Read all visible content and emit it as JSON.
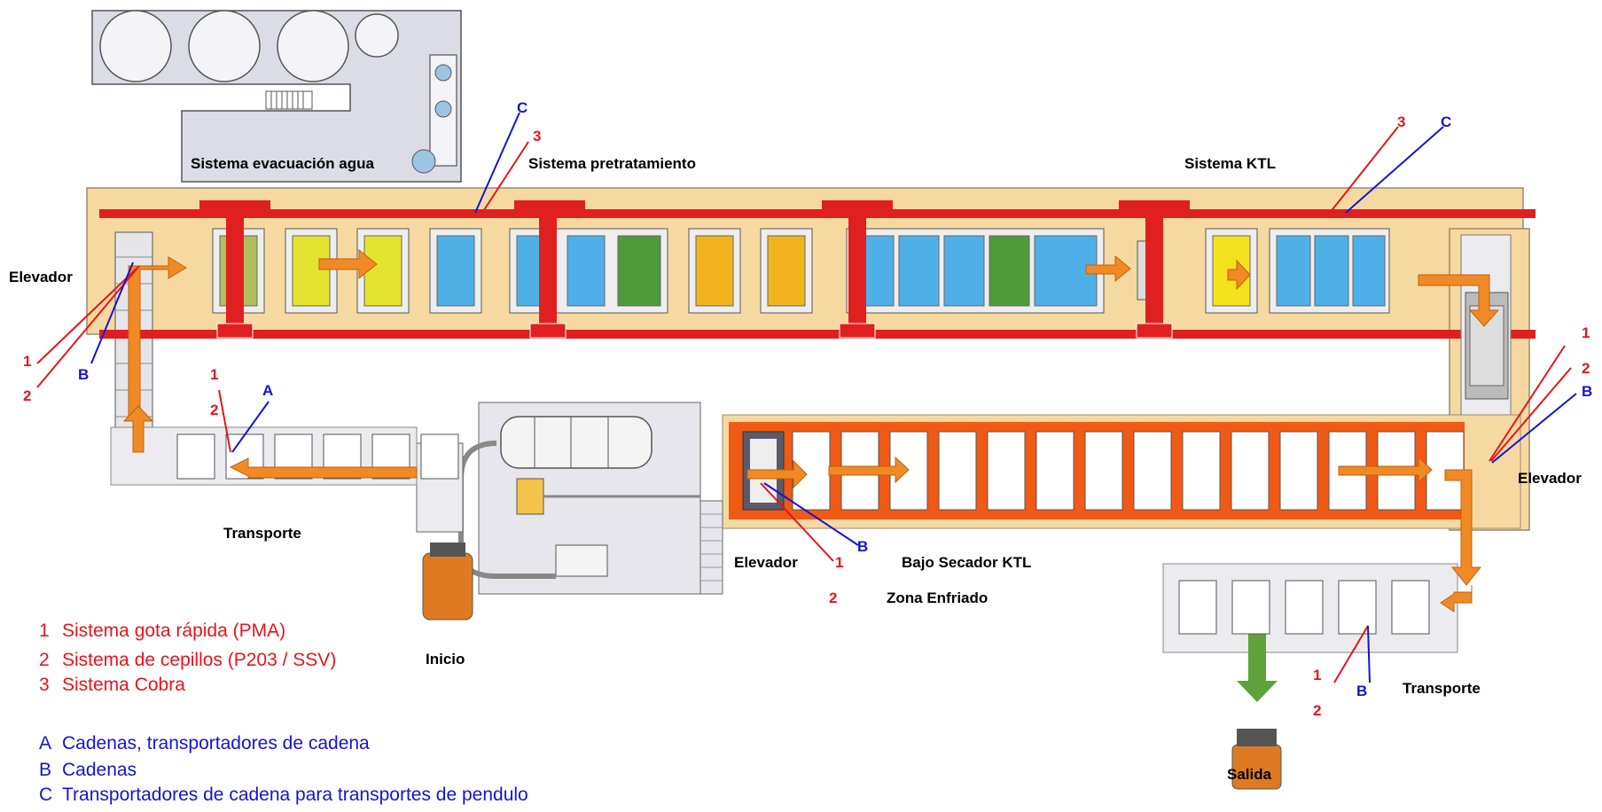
{
  "labels": {
    "sistema_evacuacion": "Sistema evacuación agua",
    "sistema_pretratamiento": "Sistema pretratamiento",
    "sistema_ktl": "Sistema KTL",
    "elevador_left": "Elevador",
    "elevador_right": "Elevador",
    "elevador_mid": "Elevador",
    "transporte_left": "Transporte",
    "transporte_right": "Transporte",
    "bajo_secador": "Bajo Secador KTL",
    "zona_enfriado": "Zona Enfriado",
    "inicio": "Inicio",
    "salida": "Salida"
  },
  "markers": {
    "c_top": "C",
    "three_top": "3",
    "three_right": "3",
    "c_right": "C",
    "one_left": "1",
    "two_left": "2",
    "b_left": "B",
    "one_a": "1",
    "two_a": "2",
    "a": "A",
    "one_right": "1",
    "two_right": "2",
    "b_right": "B",
    "one_mid": "1",
    "b_mid": "B",
    "two_mid": "2",
    "one_out": "1",
    "b_out": "B",
    "two_out": "2"
  },
  "legend": {
    "items_red": [
      {
        "key": "1",
        "text": "Sistema gota rápida (PMA)"
      },
      {
        "key": "2",
        "text": "Sistema de cepillos (P203 / SSV)"
      },
      {
        "key": "3",
        "text": "Sistema   Cobra"
      }
    ],
    "items_blue": [
      {
        "key": "A",
        "text": "Cadenas, transportadores de cadena"
      },
      {
        "key": "B",
        "text": "Cadenas"
      },
      {
        "key": "C",
        "text": "Transportadores de cadena para transportes de pendulo"
      }
    ]
  },
  "colors": {
    "frame": "#f6d9a1",
    "rail": "#e02020",
    "arrow": "#f08a24",
    "oven": "#f05a14",
    "red": "#e8141c",
    "blue": "#1414d8"
  }
}
